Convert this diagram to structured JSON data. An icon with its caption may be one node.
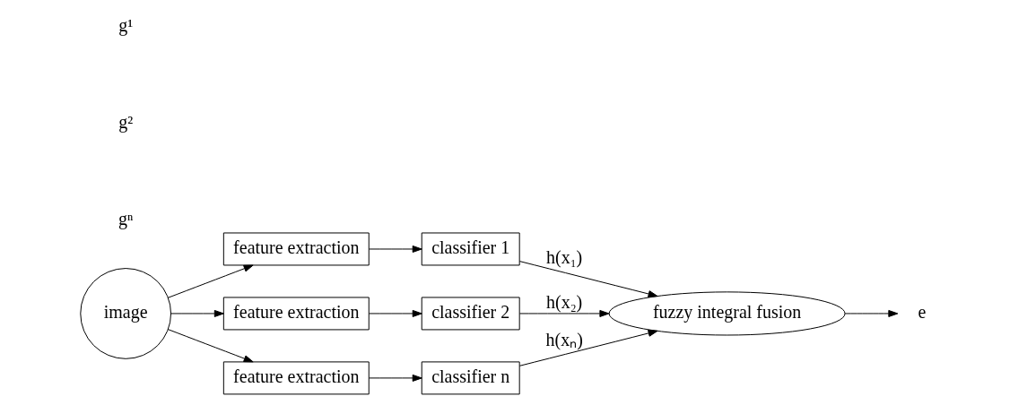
{
  "diagram": {
    "nodes": [
      {
        "text": [
          "image"
        ]
      },
      {
        "text": [
          "feature extraction"
        ]
      },
      {
        "text": [
          "feature extraction"
        ]
      },
      {
        "text": [
          "feature extraction"
        ]
      },
      {
        "text": [
          "classifier 1"
        ]
      },
      {
        "text": [
          "classifier 2"
        ]
      },
      {
        "text": [
          "classifier n"
        ]
      },
      {
        "text": [
          "fuzzy integral fusion"
        ]
      },
      {
        "text": [
          "e"
        ]
      }
    ],
    "edges": [
      {
        "from": 0,
        "to": 1,
        "arrow": "to"
      },
      {
        "from": 0,
        "to": 2,
        "arrow": "to"
      },
      {
        "from": 0,
        "to": 3,
        "arrow": "to"
      },
      {
        "from": 1,
        "to": 4,
        "arrow": "to"
      },
      {
        "from": 2,
        "to": 5,
        "arrow": "to"
      },
      {
        "from": 3,
        "to": 6,
        "arrow": "to"
      },
      {
        "from": 4,
        "to": 7,
        "arrow": "to",
        "label": "h(x₁)"
      },
      {
        "from": 5,
        "to": 7,
        "arrow": "to",
        "label": "h(x₂)"
      },
      {
        "from": 6,
        "to": 7,
        "arrow": "to",
        "label": "h(xₙ)"
      },
      {
        "from": 7,
        "to": 8,
        "arrow": "to"
      }
    ],
    "labels": [
      "g¹",
      "g²",
      "gⁿ"
    ]
  }
}
